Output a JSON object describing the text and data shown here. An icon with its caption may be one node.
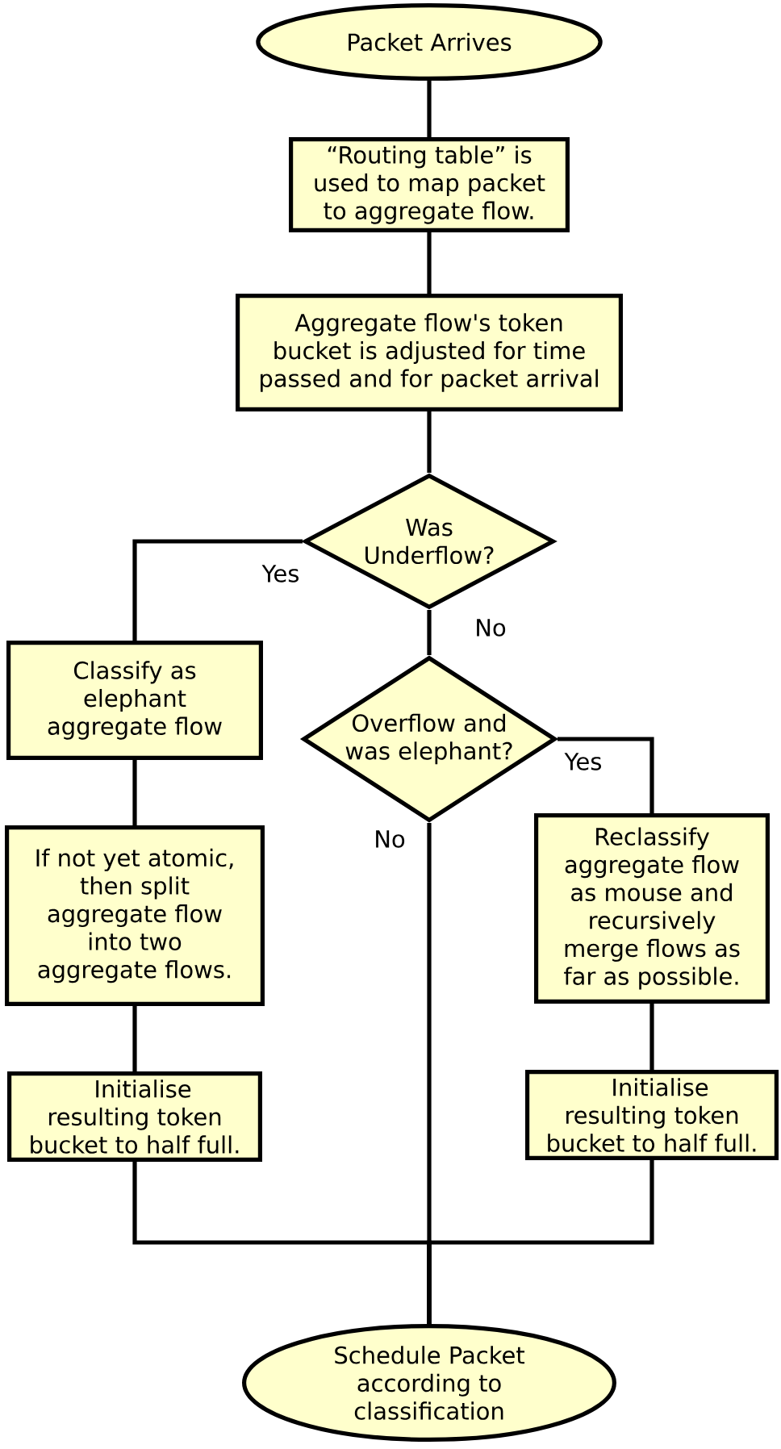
{
  "diagram": {
    "nodes": [
      {
        "text": [
          "Packet Arrives"
        ]
      },
      {
        "text": [
          "“Routing table” is used to map packet to aggregate flow."
        ]
      },
      {
        "text": [
          "Aggregate flow's token bucket is adjusted for time passed and for packet arrival"
        ]
      },
      {
        "text": [
          "Was Underflow?"
        ]
      },
      {
        "text": [
          "Classify as elephant aggregate flow"
        ]
      },
      {
        "text": [
          "Overflow and was elephant?"
        ]
      },
      {
        "text": [
          "If not yet atomic, then split aggregate flow into two aggregate flows."
        ]
      },
      {
        "text": [
          "Reclassify aggregate flow as mouse and recursively merge flows as far as possible."
        ]
      },
      {
        "text": [
          "Initialise resulting token bucket to half full."
        ]
      },
      {
        "text": [
          "Initialise resulting token bucket to half full."
        ]
      },
      {
        "text": [
          "Schedule Packet according to classification"
        ]
      }
    ],
    "edges": [
      {
        "from": 0,
        "to": 1,
        "arrow": "none"
      },
      {
        "from": 1,
        "to": 2,
        "arrow": "none"
      },
      {
        "from": 2,
        "to": 3,
        "arrow": "none"
      },
      {
        "from": 3,
        "to": 4,
        "arrow": "none",
        "label": "Yes"
      },
      {
        "from": 3,
        "to": 5,
        "arrow": "none",
        "label": "No"
      },
      {
        "from": 4,
        "to": 6,
        "arrow": "none"
      },
      {
        "from": 5,
        "to": 7,
        "arrow": "none",
        "label": "Yes"
      },
      {
        "from": 5,
        "to": 10,
        "arrow": "none",
        "label": "No"
      },
      {
        "from": 6,
        "to": 8,
        "arrow": "none"
      },
      {
        "from": 7,
        "to": 9,
        "arrow": "none"
      },
      {
        "from": 8,
        "to": 10,
        "arrow": "none"
      },
      {
        "from": 9,
        "to": 10,
        "arrow": "none"
      }
    ]
  }
}
